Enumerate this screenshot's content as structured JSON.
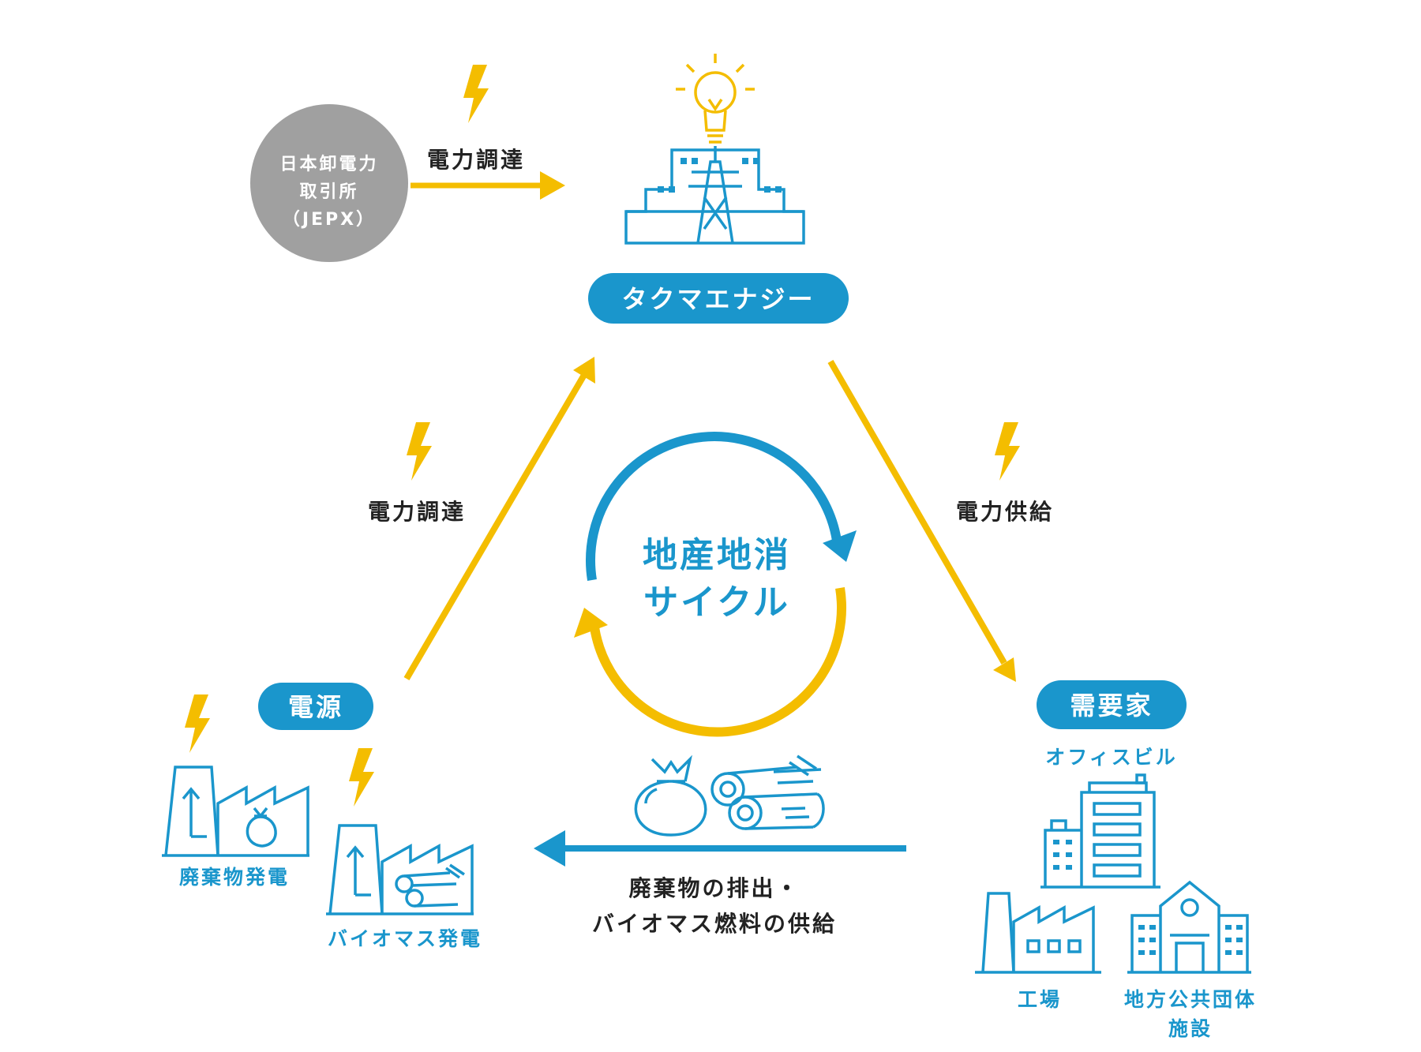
{
  "jepx": {
    "line1": "日本卸電力",
    "line2": "取引所",
    "line3": "（JEPX）"
  },
  "arrows": {
    "jepx_to_takuma": "電力調達",
    "source_to_takuma": "電力調達",
    "takuma_to_customers": "電力供給"
  },
  "takuma": {
    "label": "タクマエナジー"
  },
  "cycle": {
    "line1": "地産地消",
    "line2": "サイクル"
  },
  "source": {
    "label": "電源",
    "waste_power": "廃棄物発電",
    "biomass_power": "バイオマス発電"
  },
  "customers": {
    "label": "需要家",
    "office": "オフィスビル",
    "factory": "工場",
    "public_line1": "地方公共団体",
    "public_line2": "施設"
  },
  "flow_back": {
    "line1": "廃棄物の排出・",
    "line2": "バイオマス燃料の供給"
  },
  "colors": {
    "blue": "#1a96cc",
    "yellow": "#f4bd00",
    "gray": "#a0a0a0",
    "text": "#222222"
  }
}
